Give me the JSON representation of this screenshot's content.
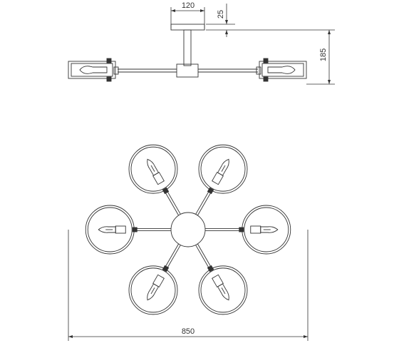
{
  "drawing": {
    "stroke_color": "#333333",
    "background": "#ffffff",
    "dimensions": {
      "top_width": "120",
      "canopy_height": "25",
      "total_height": "185",
      "overall_width": "850"
    },
    "arm_count": 6,
    "bulb_icon": "candle-bulb-icon"
  }
}
